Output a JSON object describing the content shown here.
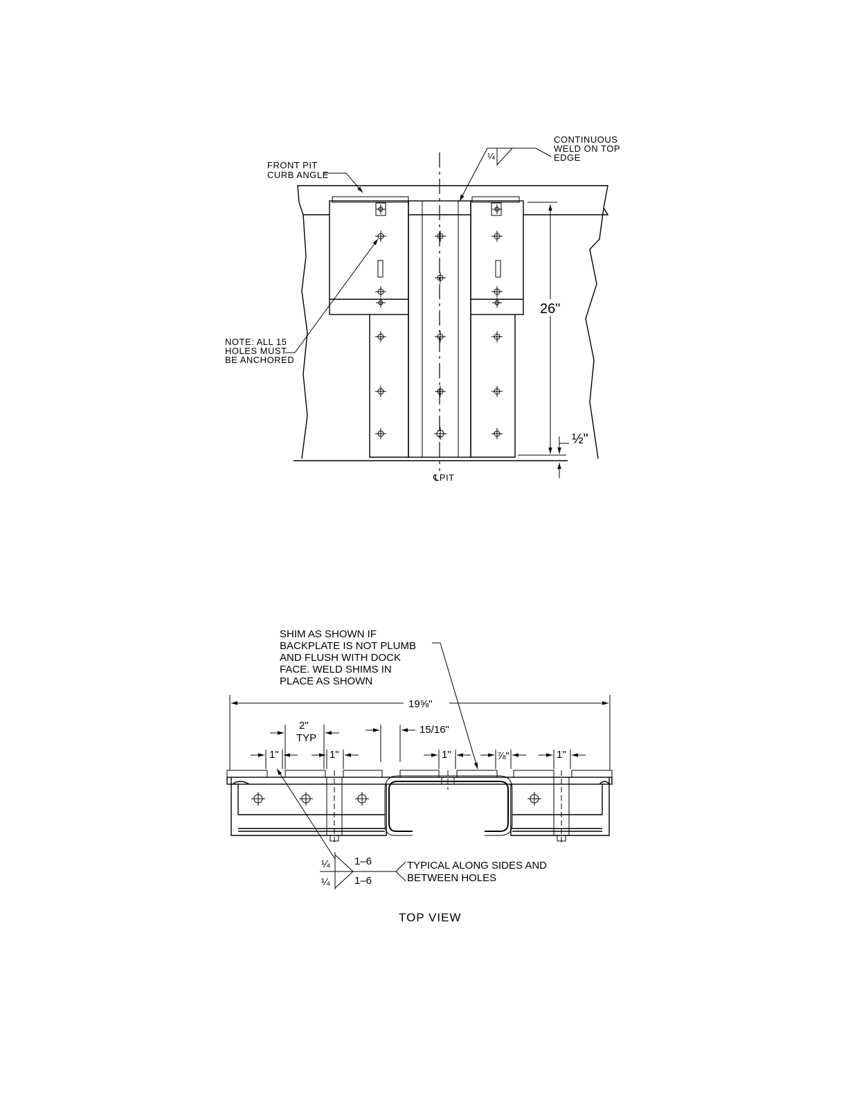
{
  "elevation": {
    "front_pit_label": [
      "FRONT PIT",
      "CURB ANGLE"
    ],
    "weld_label": [
      "CONTINUOUS",
      "WELD ON TOP",
      "EDGE"
    ],
    "weld_size": "¼",
    "note_label": [
      "NOTE: ALL 15",
      "HOLES MUST",
      "BE ANCHORED"
    ],
    "height_dim": "26\"",
    "gap_dim": "½\"",
    "centerline_label": "℄PIT"
  },
  "top_view": {
    "shim_note": [
      "SHIM AS SHOWN IF",
      "BACKPLATE IS NOT PLUMB",
      "AND FLUSH WITH DOCK",
      "FACE.  WELD SHIMS IN",
      "PLACE AS SHOWN"
    ],
    "overall_dim": "19⅝\"",
    "spacing_dim": [
      "2\"",
      "TYP"
    ],
    "gap_dim": "15/16\"",
    "dim_1a": "1\"",
    "dim_1b": "1\"",
    "dim_1c": "1\"",
    "dim_1d": "1\"",
    "dim_7_8": "⅞\"",
    "weld_symbol": {
      "top_size": "¼",
      "top_length": "1–6",
      "bottom_size": "¼",
      "bottom_length": "1–6"
    },
    "weld_note": [
      "TYPICAL ALONG SIDES AND",
      "BETWEEN HOLES"
    ],
    "title": "TOP VIEW"
  }
}
